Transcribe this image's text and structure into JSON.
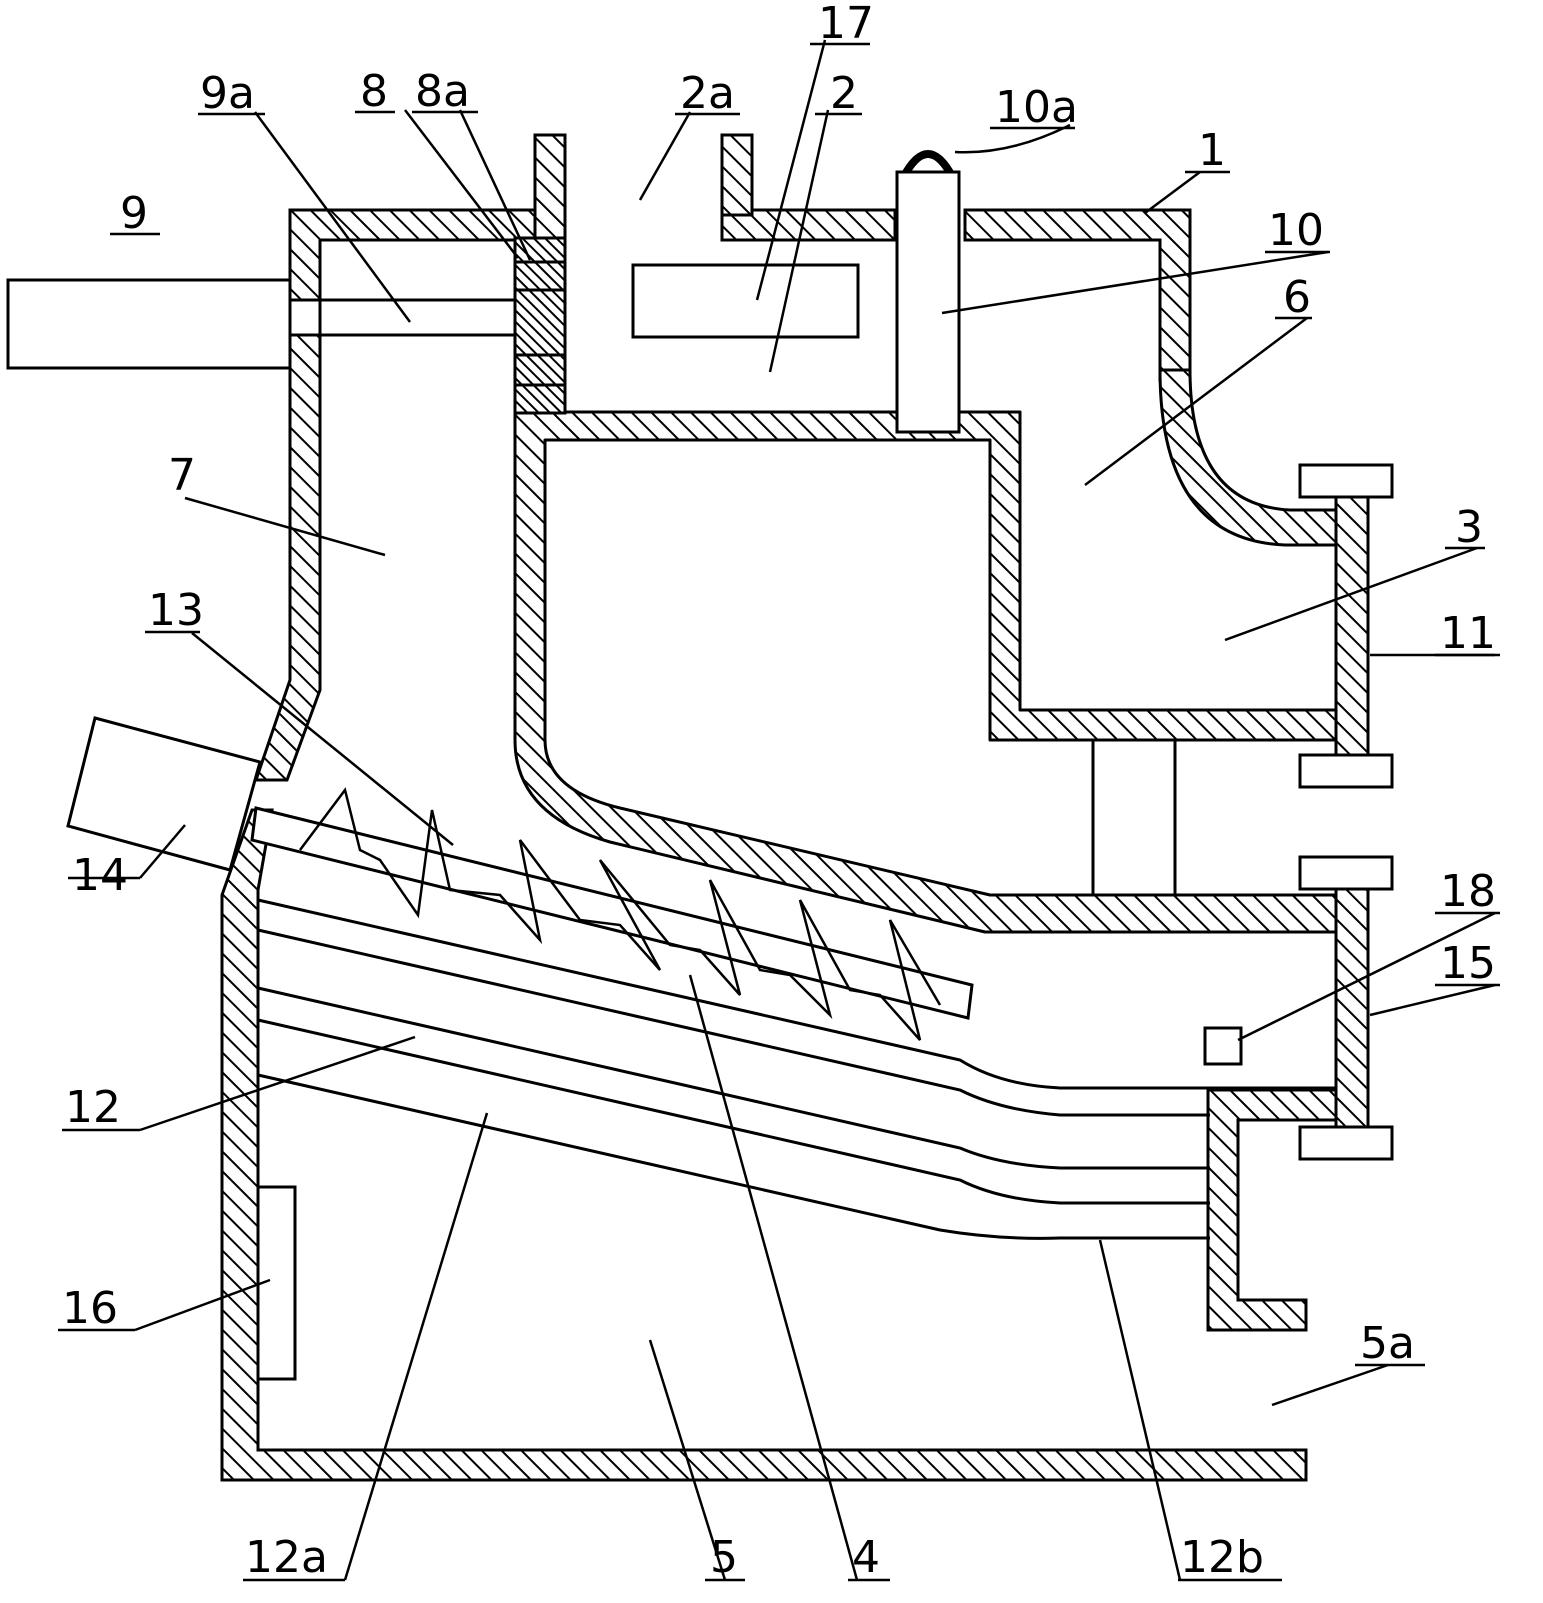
{
  "labels": {
    "l1": "1",
    "l2": "2",
    "l2a": "2a",
    "l3": "3",
    "l4": "4",
    "l5": "5",
    "l5a": "5a",
    "l6": "6",
    "l7": "7",
    "l8": "8",
    "l8a": "8a",
    "l9": "9",
    "l9a": "9a",
    "l10": "10",
    "l10a": "10a",
    "l11": "11",
    "l12": "12",
    "l12a": "12a",
    "l12b": "12b",
    "l13": "13",
    "l14": "14",
    "l15": "15",
    "l16": "16",
    "l17": "17",
    "l18": "18"
  }
}
